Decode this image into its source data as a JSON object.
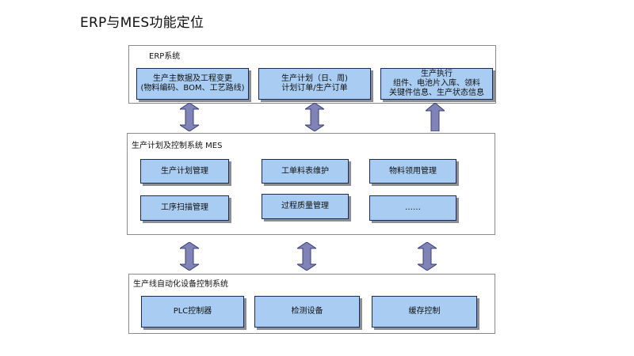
{
  "title": "ERP与MES功能定位",
  "panels": {
    "erp": {
      "label": "ERP系统",
      "boxes": [
        "生产主数据及工程变更\n(物料编码、BOM、工艺路线)",
        "生产计划（日、周)\n计划订单/生产订单",
        "生产执行\n组件、电池片入库、领料\n关键件信息、生产状态信息"
      ]
    },
    "mes": {
      "label": "生产计划及控制系统 MES",
      "boxes": [
        "生产计划管理",
        "工单料表维护",
        "物料领用管理",
        "工序扫描管理",
        "过程质量管理",
        "……"
      ]
    },
    "automation": {
      "label": "生产线自动化设备控制系统",
      "boxes": [
        "PLC控制器",
        "检测设备",
        "缓存控制"
      ]
    }
  },
  "colors": {
    "box_fill": "#a9cdf2",
    "arrow_fill": "#7f83b5"
  }
}
